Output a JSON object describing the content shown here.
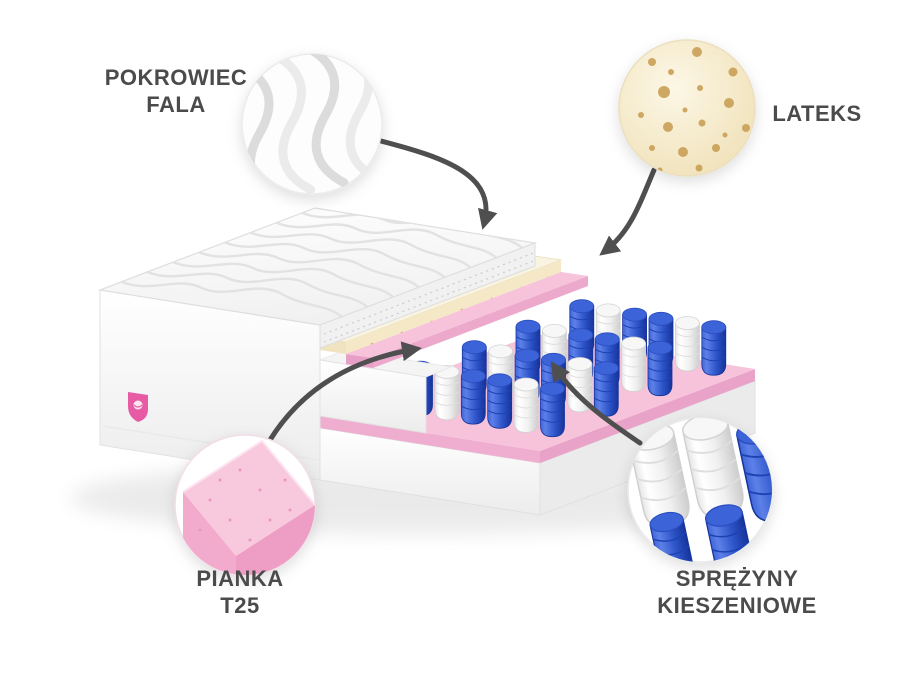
{
  "labels": {
    "cover": {
      "line1": "POKROWIEC",
      "line2": "FALA"
    },
    "latex": {
      "label": "LATEKS"
    },
    "foam": {
      "line1": "PIANKA",
      "line2": "T25"
    },
    "springs": {
      "line1": "SPRĘŻYNY",
      "line2": "KIESZENIOWE"
    }
  },
  "swatches": {
    "cover": "wave-fabric-swatch",
    "latex": "perforated-latex-swatch",
    "foam": "pink-foam-corner-swatch",
    "springs": "pocket-springs-swatch"
  },
  "colors": {
    "background": "#ffffff",
    "label_text": "#4b4b4b",
    "arrow": "#4f4f4f",
    "foam_pink": "#f6c3db",
    "spring_blue": "#2148c0",
    "latex_cream": "#f3e3bb",
    "cover_white": "#f5f5f5"
  }
}
